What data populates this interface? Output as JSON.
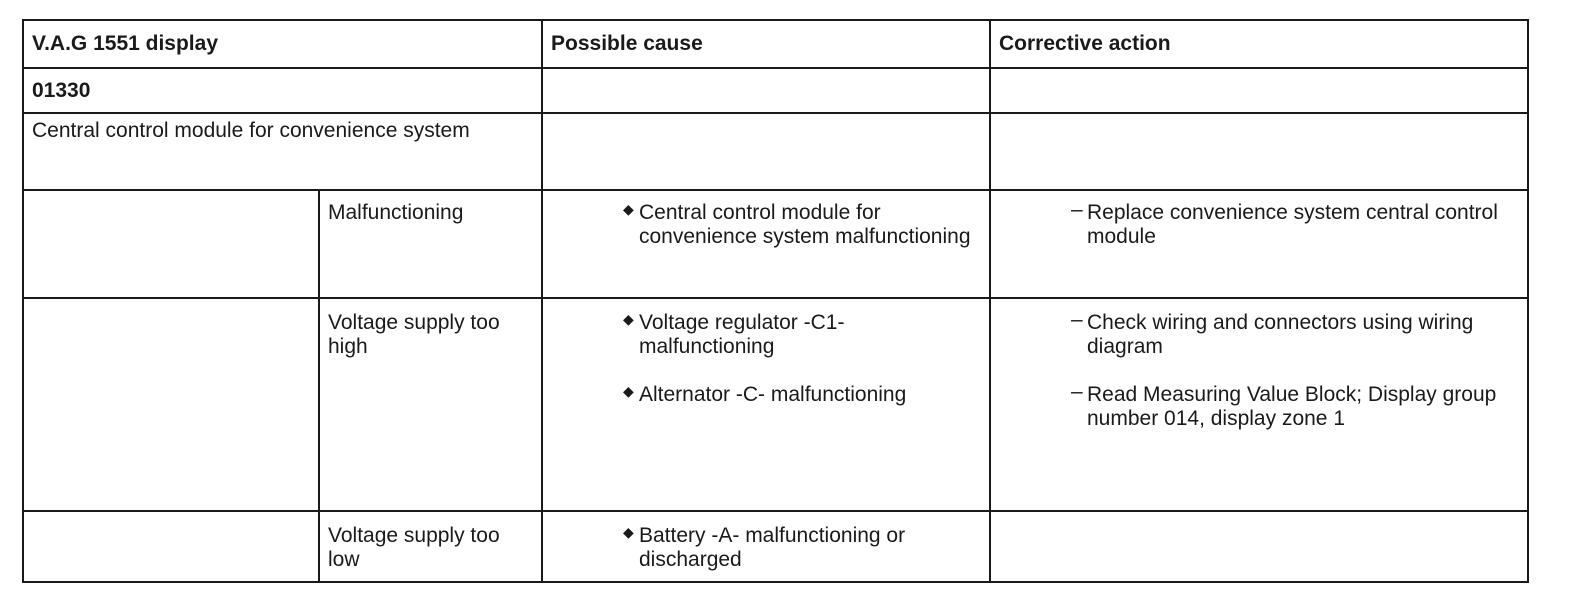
{
  "table": {
    "headers": [
      "V.A.G 1551 display",
      "Possible cause",
      "Corrective action"
    ],
    "fault_code": "01330",
    "component": "Central control module for convenience system",
    "bullet_cause": "◆",
    "bullet_action": "–",
    "rows": [
      {
        "symptom": "Malfunctioning",
        "causes": [
          "Central control module for convenience system malfunctioning"
        ],
        "actions": [
          "Replace convenience system central control module"
        ]
      },
      {
        "symptom": "Voltage supply too high",
        "causes": [
          "Voltage regulator -C1- malfunctioning",
          "Alternator -C- malfunctioning"
        ],
        "actions": [
          "Check wiring and connectors using wiring diagram",
          "Read Measuring Value Block; Display group number 014, display zone 1"
        ]
      },
      {
        "symptom": "Voltage supply too low",
        "causes": [
          "Battery -A- malfunctioning or discharged"
        ],
        "actions": []
      }
    ]
  }
}
